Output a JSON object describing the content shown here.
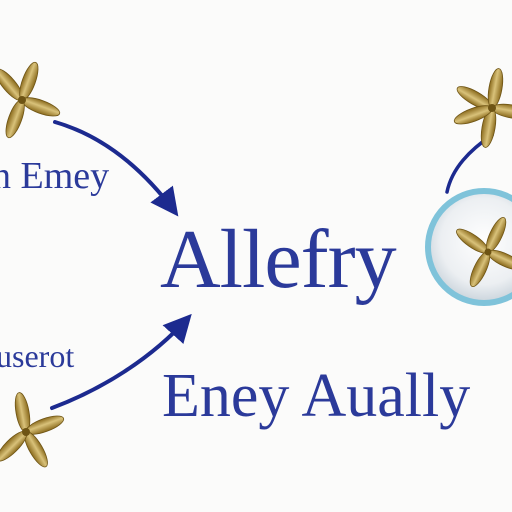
{
  "labels": {
    "left_top": "n Emey",
    "center": "Allefry",
    "left_bottom": "userot",
    "bottom": "Eney Aually"
  },
  "icons": {
    "seed_cluster": "maple-seed-icon",
    "badge": "seed-badge-icon",
    "arrow": "curved-arrow-icon"
  },
  "colors": {
    "text": "#2b3a9a",
    "arrow": "#1c2a8f",
    "seed_dark": "#8a6a1c",
    "seed_light": "#d9c27a",
    "badge_ring": "#7fc3da"
  }
}
